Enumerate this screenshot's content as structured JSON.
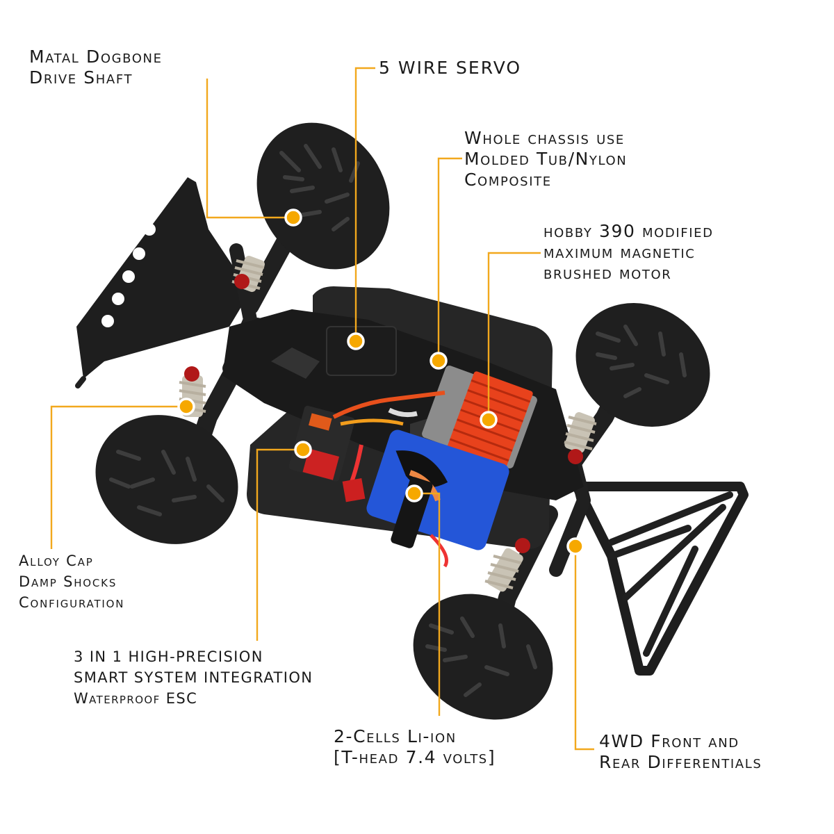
{
  "labels": {
    "drive_shaft": [
      "Matal Dogbone",
      "Drive Shaft"
    ],
    "servo": [
      "5 WIRE SERVO"
    ],
    "chassis": [
      "Whole chassis use",
      "Molded Tub/Nylon",
      "Composite"
    ],
    "motor": [
      "hobby 390 modified",
      "maximum magnetic",
      "brushed motor"
    ],
    "shocks": [
      "Alloy Cap",
      "Damp Shocks",
      "Configuration"
    ],
    "esc": [
      "3 IN 1 HIGH-PRECISION",
      "SMART SYSTEM INTEGRATION",
      "Waterproof ESC"
    ],
    "battery": [
      "2-Cells Li-ion",
      "[T-head 7.4 volts]"
    ],
    "differential": [
      "4WD Front and",
      "Rear Differentials"
    ]
  },
  "colors": {
    "leader": "#f2a81d",
    "marker": "#f6a800",
    "motor_heatsink": "#e8421c",
    "battery": "#2456d8",
    "shock_cap": "#b01818"
  }
}
